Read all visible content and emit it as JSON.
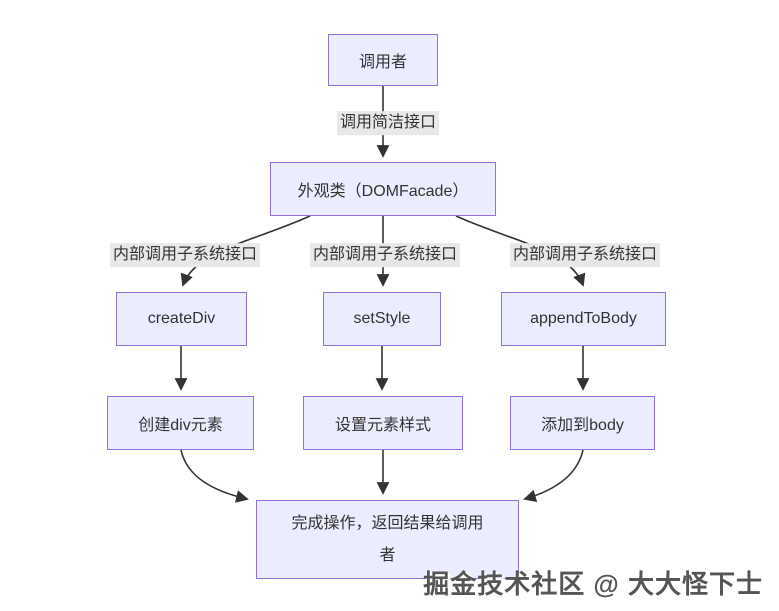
{
  "diagram": {
    "type": "flowchart",
    "nodes": {
      "caller": "调用者",
      "facade": "外观类（DOMFacade）",
      "create_div": "createDiv",
      "set_style": "setStyle",
      "append_to_body": "appendToBody",
      "create_div_result": "创建div元素",
      "set_style_result": "设置元素样式",
      "append_result": "添加到body",
      "finish": "完成操作，返回结果给调用者"
    },
    "edges": [
      {
        "from": "调用者",
        "to": "外观类（DOMFacade）",
        "label": "调用简洁接口"
      },
      {
        "from": "外观类（DOMFacade）",
        "to": "createDiv",
        "label": "内部调用子系统接口"
      },
      {
        "from": "外观类（DOMFacade）",
        "to": "setStyle",
        "label": "内部调用子系统接口"
      },
      {
        "from": "外观类（DOMFacade）",
        "to": "appendToBody",
        "label": "内部调用子系统接口"
      },
      {
        "from": "createDiv",
        "to": "创建div元素",
        "label": ""
      },
      {
        "from": "setStyle",
        "to": "设置元素样式",
        "label": ""
      },
      {
        "from": "appendToBody",
        "to": "添加到body",
        "label": ""
      },
      {
        "from": "创建div元素",
        "to": "完成操作，返回结果给调用者",
        "label": ""
      },
      {
        "from": "设置元素样式",
        "to": "完成操作，返回结果给调用者",
        "label": ""
      },
      {
        "from": "添加到body",
        "to": "完成操作，返回结果给调用者",
        "label": ""
      }
    ],
    "colors": {
      "node_fill": "#ECECFF",
      "node_border": "#9370DB",
      "edge_line": "#333333",
      "edge_label_bg": "#E8E8E8",
      "text": "#333333"
    }
  },
  "watermark": "掘金技术社区 @ 大大怪下士"
}
